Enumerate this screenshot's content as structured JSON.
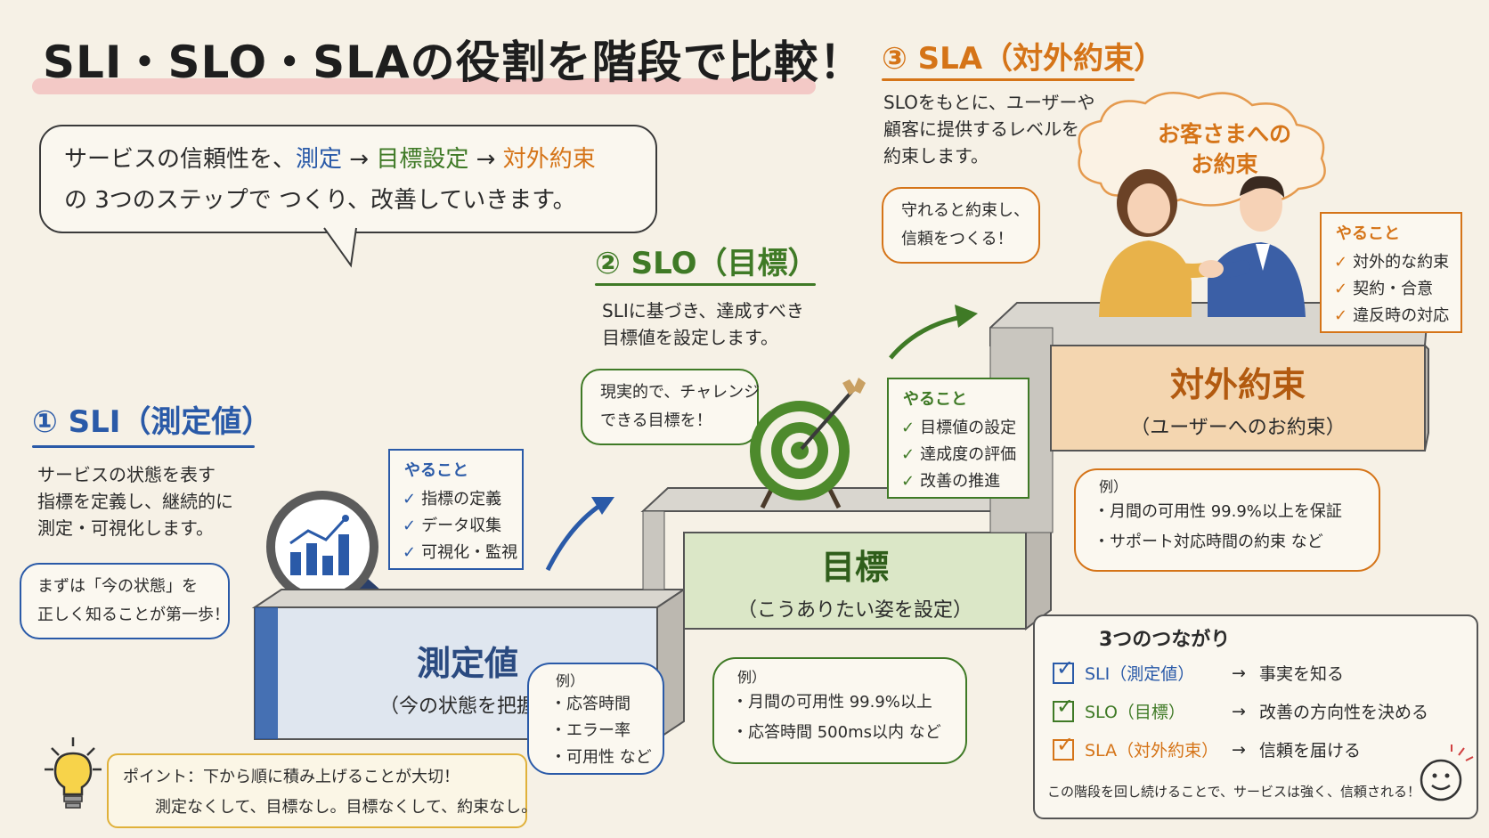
{
  "title": "SLI・SLO・SLAの役割を階段で比較！",
  "intro": {
    "line1_prefix": "サービスの信頼性を、",
    "step1": "測定",
    "arrow": "→",
    "step2": "目標設定",
    "step3": "対外約束",
    "line2": "の 3つのステップで つくり、改善していきます。"
  },
  "sli": {
    "title": "① SLI（測定値）",
    "desc": [
      "サービスの状態を表す",
      "指標を定義し、継続的に",
      "測定・可視化します。"
    ],
    "note": [
      "まずは「今の状態」を",
      "正しく知ることが第一歩！"
    ],
    "todo_head": "やること",
    "todo": [
      "指標の定義",
      "データ収集",
      "可視化・監視"
    ],
    "block_main": "測定値",
    "block_sub": "（今の状態を把握）",
    "example_head": "例）",
    "examples": [
      "・応答時間",
      "・エラー率",
      "・可用性  など"
    ]
  },
  "slo": {
    "title": "② SLO（目標）",
    "desc": [
      "SLIに基づき、達成すべき",
      "目標値を設定します。"
    ],
    "note": [
      "現実的で、チャレンジ",
      "できる目標を！"
    ],
    "todo_head": "やること",
    "todo": [
      "目標値の設定",
      "達成度の評価",
      "改善の推進"
    ],
    "block_main": "目標",
    "block_sub": "（こうありたい姿を設定）",
    "example_head": "例）",
    "examples": [
      "・月間の可用性  99.9%以上",
      "・応答時間  500ms以内  など"
    ]
  },
  "sla": {
    "title": "③ SLA（対外約束）",
    "desc": [
      "SLOをもとに、ユーザーや",
      "顧客に提供するレベルを",
      "約束します。"
    ],
    "note": [
      "守れると約束し、",
      "信頼をつくる！"
    ],
    "cloud": [
      "お客さまへの",
      "お約束"
    ],
    "todo_head": "やること",
    "todo": [
      "対外的な約束",
      "契約・合意",
      "違反時の対応"
    ],
    "block_main": "対外約束",
    "block_sub": "（ユーザーへのお約束）",
    "example_head": "例）",
    "examples": [
      "・月間の可用性  99.9%以上を保証",
      "・サポート対応時間の約束  など"
    ]
  },
  "summary": {
    "title": "3つのつながり",
    "rows": [
      {
        "term": "SLI（測定値）",
        "arrow": "→",
        "meaning": "事実を知る"
      },
      {
        "term": "SLO（目標）",
        "arrow": "→",
        "meaning": "改善の方向性を決める"
      },
      {
        "term": "SLA（対外約束）",
        "arrow": "→",
        "meaning": "信頼を届ける"
      }
    ],
    "footer": "この階段を回し続けることで、サービスは強く、信頼される！"
  },
  "point": {
    "line1": "ポイント：下から順に積み上げることが大切！",
    "line2": "測定なくして、目標なし。目標なくして、約束なし。"
  },
  "colors": {
    "blue": "#2a5aa8",
    "green": "#3f7a26",
    "orange": "#d57418",
    "paper": "#f6f1e6"
  },
  "icons": {
    "sli": "magnifier-chart-icon",
    "slo": "target-arrow-icon",
    "sla": "handshake-icon",
    "point": "lightbulb-icon",
    "smile": "smiley-pencil-icon"
  }
}
